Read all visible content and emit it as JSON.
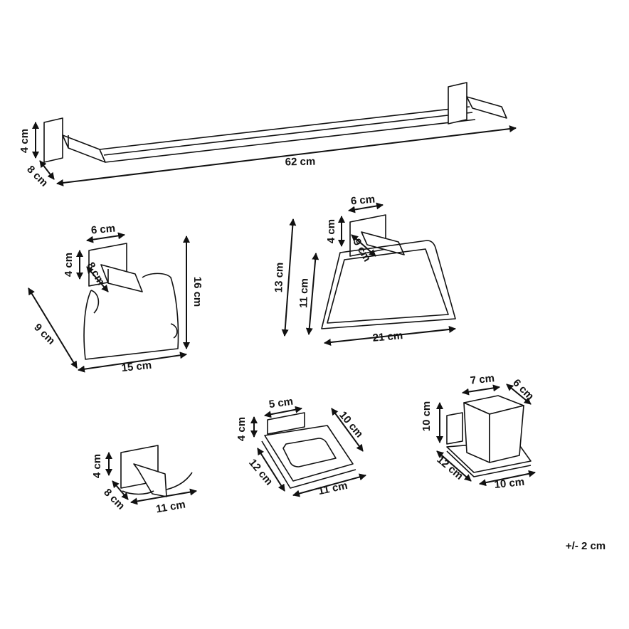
{
  "towel_bar": {
    "height": "4 cm",
    "depth": "8 cm",
    "length": "62 cm"
  },
  "paper_holder": {
    "width_top": "6 cm",
    "height_mount": "4 cm",
    "depth_mount": "8 cm",
    "height": "16 cm",
    "depth": "9 cm",
    "width": "15 cm"
  },
  "towel_ring": {
    "width_mount": "6 cm",
    "height_mount": "4 cm",
    "depth": "9 cm",
    "height_total": "13 cm",
    "height_ring": "11 cm",
    "width": "21 cm"
  },
  "robe_hook": {
    "height": "4 cm",
    "depth": "8 cm",
    "width": "11 cm"
  },
  "soap_dish": {
    "width_mount": "5 cm",
    "height_mount": "4 cm",
    "depth": "10 cm",
    "depth_side": "12 cm",
    "width": "11 cm"
  },
  "tumbler_holder": {
    "width": "7 cm",
    "depth": "6 cm",
    "height": "10 cm",
    "base_depth": "12 cm",
    "base_width": "10 cm"
  },
  "tolerance": "+/- 2 cm"
}
